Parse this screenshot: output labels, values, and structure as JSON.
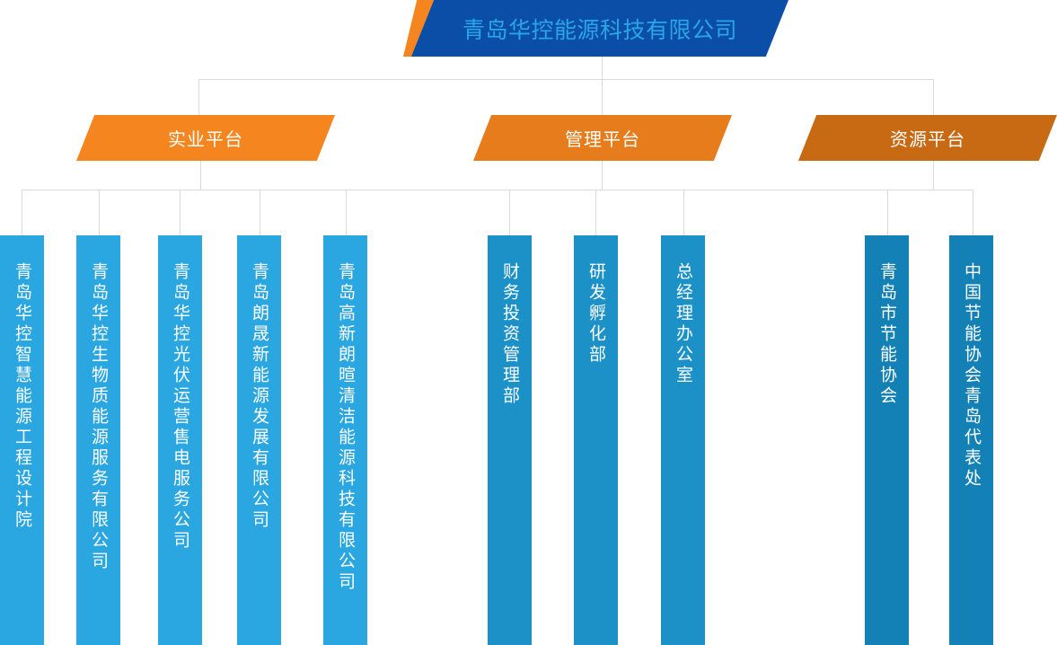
{
  "colors": {
    "root_blue": "#0a4ea8",
    "root_text": "#2aa6e6",
    "root_accent": "#f5861f",
    "platform_1": "#f5861f",
    "platform_2": "#e67c1c",
    "platform_3": "#c86a14",
    "unit_light": "#2aa6e0",
    "unit_mid": "#1c91c8",
    "unit_dark": "#1381b5",
    "line": "#d9d9d9"
  },
  "root": {
    "label": "青岛华控能源科技有限公司"
  },
  "platforms": [
    {
      "label": "实业平台",
      "units": [
        {
          "label": "青岛华控智慧能源工程设计院"
        },
        {
          "label": "青岛华控生物质能源服务有限公司"
        },
        {
          "label": "青岛华控光伏运营售电服务公司"
        },
        {
          "label": "青岛朗晟新能源发展有限公司"
        },
        {
          "label": "青岛高新朗暄清洁能源科技有限公司"
        }
      ]
    },
    {
      "label": "管理平台",
      "units": [
        {
          "label": "财务投资管理部"
        },
        {
          "label": "研发孵化部"
        },
        {
          "label": "总经理办公室"
        }
      ]
    },
    {
      "label": "资源平台",
      "units": [
        {
          "label": "青岛市节能协会"
        },
        {
          "label": "中国节能协会青岛代表处"
        }
      ]
    }
  ]
}
